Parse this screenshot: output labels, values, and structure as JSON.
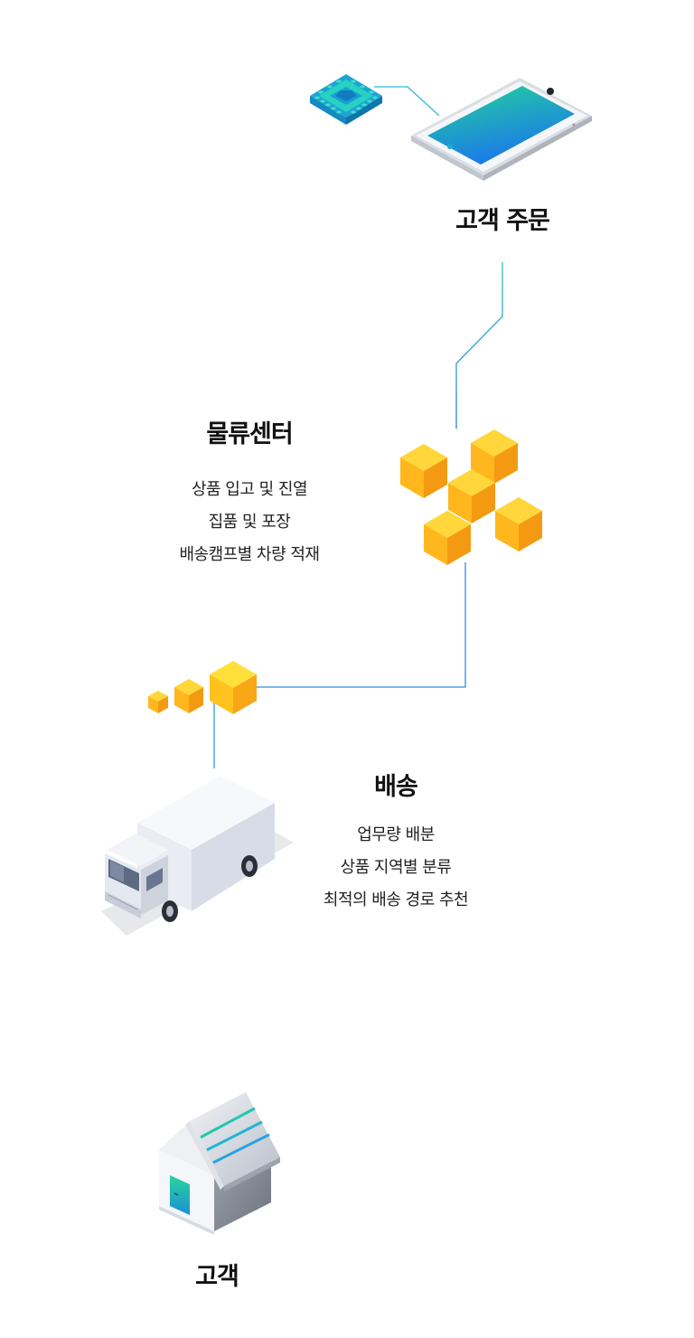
{
  "steps": {
    "order": {
      "title": "고객 주문"
    },
    "center": {
      "title": "물류센터",
      "lines": [
        "상품 입고 및 진열",
        "집품 및 포장",
        "배송캠프별 차량 적재"
      ]
    },
    "delivery": {
      "title": "배송",
      "lines": [
        "업무량 배분",
        "상품 지역별 분류",
        "최적의 배송 경로 추천"
      ]
    },
    "customer": {
      "title": "고객"
    }
  },
  "colors": {
    "line_blue": "#2f8fe0",
    "line_teal": "#21c4a8",
    "box_yellow": "#ffc928",
    "box_orange": "#f7a41a",
    "screen_top": "#21d19c",
    "screen_bottom": "#1d7be8",
    "chip_teal": "#27d3c0"
  }
}
